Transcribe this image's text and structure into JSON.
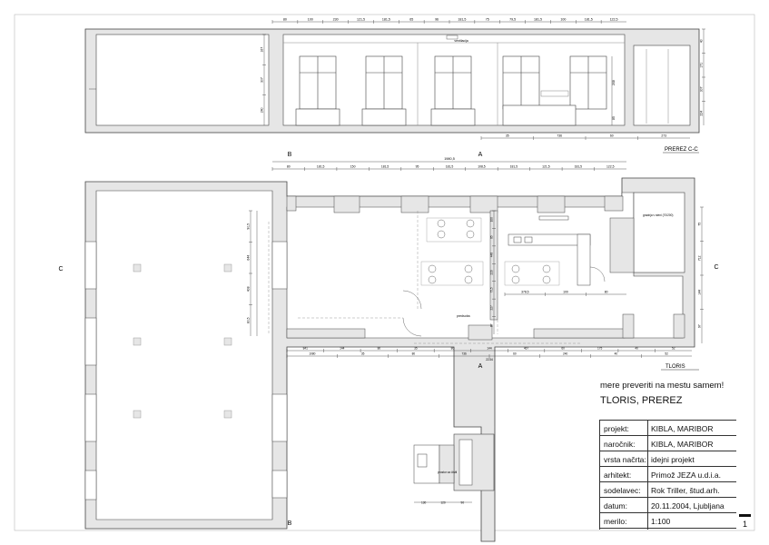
{
  "drawing": {
    "note": "mere preveriti na mestu samem!",
    "title": "TLORIS, PREREZ",
    "section_label": "PREREZ C-C",
    "plan_label": "TLORIS",
    "sheet_number": "1",
    "axis_markers": {
      "a": "A",
      "b": "B",
      "c": "C"
    },
    "room_labels": {
      "ventilation": "ventilacija",
      "hall": "predsoba",
      "kitchen": "gradnja v steni (70/200)",
      "closet": "prostor za čistil"
    },
    "section_dims_top": [
      "80",
      "100",
      "230",
      "121,5",
      "181,5",
      "65",
      "96",
      "181,5",
      "75",
      "79,5",
      "181,5",
      "100",
      "181,5",
      "122,5"
    ],
    "section_dims_right": [
      "40",
      "171",
      "307",
      "224"
    ],
    "section_dims_left": [
      "167",
      "307",
      "240"
    ],
    "section_dims_bottom": [
      "35",
      "736",
      "60",
      "273"
    ],
    "window_heights": [
      "208",
      "85"
    ],
    "plan_dims_total": "1980,5",
    "plan_dims_top": [
      "80",
      "181,5",
      "150",
      "181,5",
      "95",
      "181,5",
      "108,5",
      "181,5",
      "121,5",
      "181,5",
      "122,5"
    ],
    "plan_dims_left_vert": [
      "90,5",
      "644",
      "408",
      "80,5"
    ],
    "plan_dims_inner": [
      "100",
      "85",
      "448",
      "220",
      "75,5",
      "227",
      "87"
    ],
    "plan_dims_counter": [
      "378,5",
      "100",
      "80"
    ],
    "plan_dims_right": [
      "75",
      "712",
      "144",
      "97"
    ],
    "plan_dims_bottom_row1": [
      "841",
      "144",
      "80",
      "35",
      "80",
      "144",
      "467",
      "60",
      "175",
      "40",
      "52"
    ],
    "plan_dims_bottom_row2": [
      "1080",
      "35",
      "80",
      "736",
      "60",
      "240",
      "40",
      "52"
    ],
    "plan_dims_total_bottom": "2234",
    "detail_dims": [
      "130",
      "120",
      "90"
    ]
  },
  "title_block": {
    "rows": [
      {
        "label": "projekt:",
        "value": "KIBLA, MARIBOR"
      },
      {
        "label": "naročnik:",
        "value": "KIBLA, MARIBOR"
      },
      {
        "label": "vrsta načrta:",
        "value": "idejni projekt"
      },
      {
        "label": "arhitekt:",
        "value": "Primož JEZA u.d.i.a."
      },
      {
        "label": "sodelavec:",
        "value": "Rok Triller, štud.arh."
      },
      {
        "label": "datum:",
        "value": "20.11.2004, Ljubljana"
      },
      {
        "label": "merilo:",
        "value": "1:100"
      }
    ]
  }
}
